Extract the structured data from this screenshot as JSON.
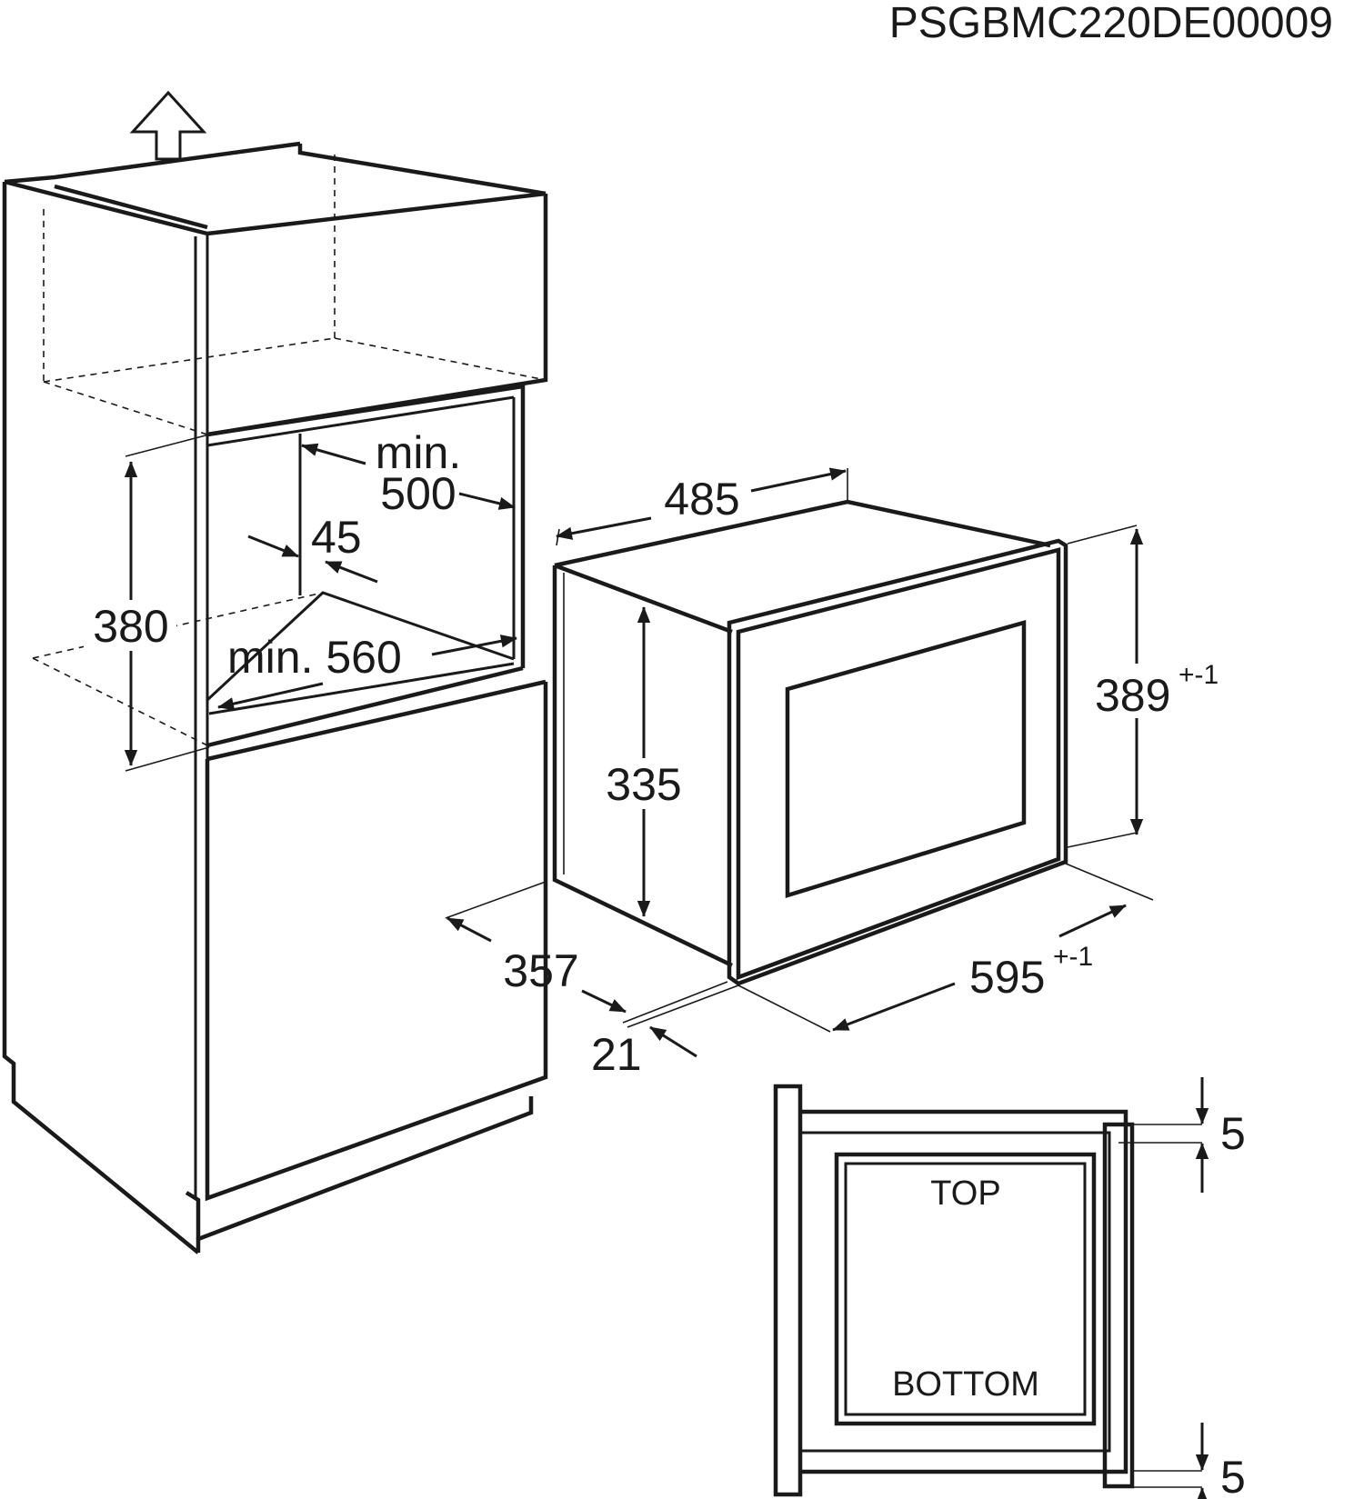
{
  "diagram_code": "PSGBMC220DE00009",
  "dimensions": {
    "niche_depth_label": "min.\n500",
    "niche_depth_line1": "min.",
    "niche_depth_line2": "500",
    "side_gap": "45",
    "niche_height": "380",
    "niche_width": "min. 560",
    "appliance_depth": "485",
    "body_height": "335",
    "front_height": "389",
    "front_height_tolerance": "+-1",
    "front_width": "595",
    "front_width_tolerance": "+-1",
    "total_depth": "357",
    "front_thickness": "21",
    "top_gap": "5",
    "bottom_gap": "5"
  },
  "labels": {
    "top": "TOP",
    "bottom": "BOTTOM"
  },
  "colors": {
    "line": "#1a1a1a",
    "background": "#ffffff"
  },
  "icons": {
    "ventilation": "up-arrow-icon"
  }
}
